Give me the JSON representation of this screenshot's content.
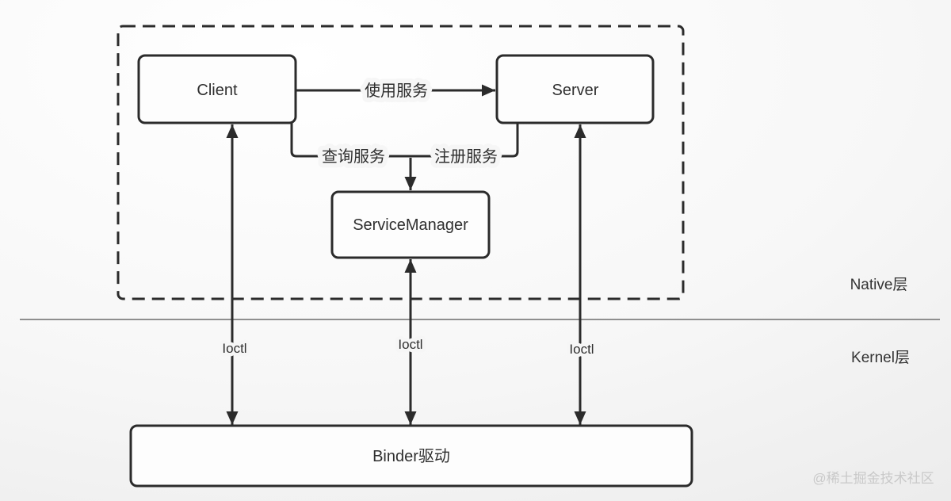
{
  "diagram": {
    "nodes": {
      "client": {
        "label": "Client"
      },
      "server": {
        "label": "Server"
      },
      "service_manager": {
        "label": "ServiceManager"
      },
      "binder_driver": {
        "label": "Binder驱动"
      }
    },
    "edges": {
      "use_service": {
        "label": "使用服务"
      },
      "query_service": {
        "label": "查询服务"
      },
      "register_service": {
        "label": "注册服务"
      },
      "ioctl_client": {
        "label": "Ioctl"
      },
      "ioctl_service_manager": {
        "label": "Ioctl"
      },
      "ioctl_server": {
        "label": "Ioctl"
      }
    },
    "layers": {
      "native": {
        "label": "Native层"
      },
      "kernel": {
        "label": "Kernel层"
      }
    },
    "watermark": {
      "label": "@稀土掘金技术社区"
    },
    "colors": {
      "stroke": "#2b2b2b",
      "text": "#2f2f2f",
      "divider": "#8f8f8f",
      "watermark": "#c9c9c9",
      "background_light": "#ffffff",
      "background_dark": "#ebebeb"
    }
  }
}
